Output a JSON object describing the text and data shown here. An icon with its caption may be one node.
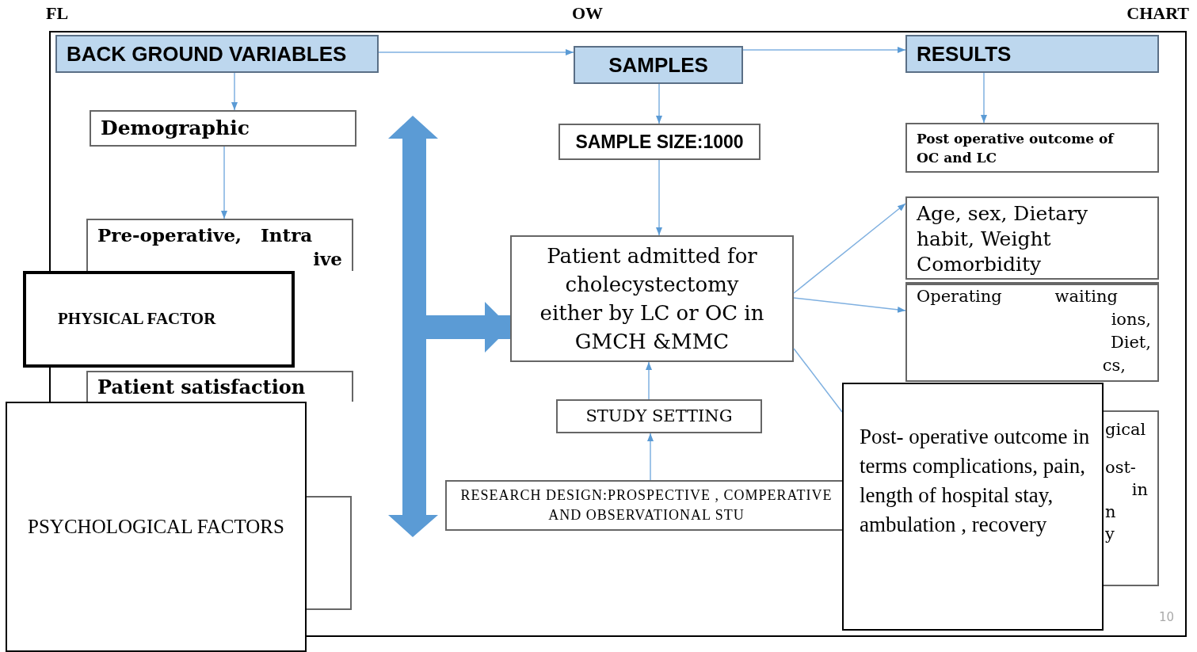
{
  "diagram": {
    "nodes": [
      {
        "text": [
          "BACK GROUND VARIABLES"
        ]
      },
      {
        "text": [
          "SAMPLES"
        ]
      },
      {
        "text": [
          "RESULTS"
        ]
      },
      {
        "text": [
          "Demographic"
        ]
      },
      {
        "text": [
          "Pre-operative,   Intra",
          "ive"
        ]
      },
      {
        "text": [
          "Patient satisfaction"
        ]
      },
      {
        "text": [],
        "shape": "box"
      },
      {
        "text": [
          "SAMPLE SIZE:1000"
        ]
      },
      {
        "text": [
          "Patient admitted for cholecystectomy either by LC or OC in GMCH &MMC"
        ]
      },
      {
        "text": [
          "STUDY SETTING"
        ]
      },
      {
        "text": [
          "RESEARCH DESIGN:PROSPECTIVE , COMPERATIVE AND OBSERVATIONAL STU"
        ]
      },
      {
        "text": [
          "Post operative outcome of OC  and LC"
        ]
      },
      {
        "text": [
          "Age, sex, Dietary habit, Weight Comorbidity"
        ]
      },
      {
        "text": [
          "Operating          waiting",
          "ions,",
          "Diet,",
          "cs,"
        ]
      },
      {
        "text": [
          "gical",
          "ost-",
          "in",
          "n",
          "y"
        ]
      },
      {
        "text": [
          "PHYSICAL FACTOR"
        ]
      },
      {
        "text": [
          "PSYCHOLOGICAL FACTORS"
        ]
      },
      {
        "text": [
          "Post- operative outcome in terms complications, pain, length of hospital stay, ambulation , recovery"
        ]
      }
    ],
    "edges": [
      {
        "from": 0,
        "to": 1,
        "arrow": "to"
      },
      {
        "from": 1,
        "to": 2,
        "arrow": "to"
      },
      {
        "from": 0,
        "to": 3,
        "arrow": "to"
      },
      {
        "from": 3,
        "to": 4,
        "arrow": "to"
      },
      {
        "from": 1,
        "to": 7,
        "arrow": "to"
      },
      {
        "from": 7,
        "to": 8,
        "arrow": "to"
      },
      {
        "from": 9,
        "to": 8,
        "arrow": "to"
      },
      {
        "from": 10,
        "to": 9,
        "arrow": "to"
      },
      {
        "from": 2,
        "to": 11,
        "arrow": "to"
      },
      {
        "from": 8,
        "to": 12,
        "arrow": "to"
      },
      {
        "from": 8,
        "to": 13,
        "arrow": "to"
      },
      {
        "from": 8,
        "to": 17,
        "arrow": "none"
      },
      {
        "from": null,
        "to": 8,
        "arrow": "to",
        "style": "thick",
        "color": "#5b9bd5"
      }
    ],
    "labels": [
      "FL",
      "OW",
      "CHART",
      "10"
    ]
  }
}
